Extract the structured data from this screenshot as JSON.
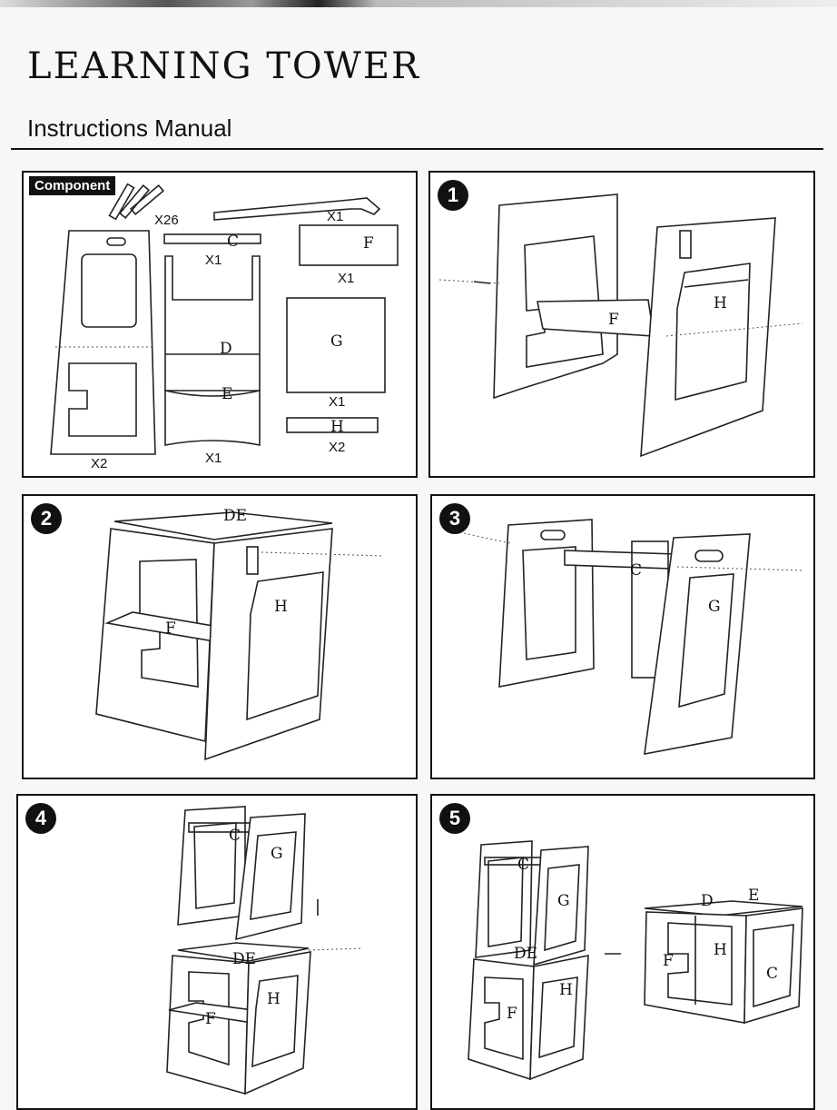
{
  "header": {
    "title": "LEARNING TOWER",
    "subtitle": "Instructions Manual"
  },
  "components": {
    "badge": "Component",
    "screws_qty": "X26",
    "wrench_qty": "X1",
    "part_c": {
      "name": "C",
      "qty": "X1"
    },
    "part_f": {
      "name": "F",
      "qty": "X1"
    },
    "part_g": {
      "name": "G",
      "qty": "X1"
    },
    "part_h": {
      "name": "H",
      "qty": "X2"
    },
    "part_d": "D",
    "part_e": "E",
    "part_de_qty": "X1",
    "side_qty": "X2"
  },
  "steps": [
    {
      "num": "1",
      "labels": [
        "F",
        "H"
      ]
    },
    {
      "num": "2",
      "labels": [
        "DE",
        "F",
        "H"
      ]
    },
    {
      "num": "3",
      "labels": [
        "C",
        "G"
      ]
    },
    {
      "num": "4",
      "labels": [
        "C",
        "G",
        "DE",
        "F",
        "H"
      ]
    },
    {
      "num": "5",
      "labels": [
        "C",
        "G",
        "DE",
        "H",
        "F",
        "D",
        "E",
        "F",
        "H",
        "C"
      ]
    }
  ]
}
